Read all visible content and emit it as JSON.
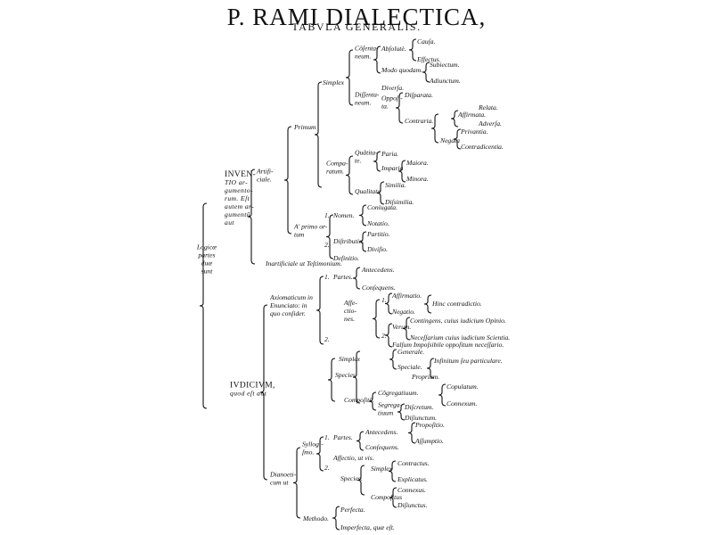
{
  "title": "P. RAMI DIALECTICA,",
  "subtitle": "TABVLA GENERALIS.",
  "nodes": {
    "root": [
      "Logicæ",
      "partes",
      "duæ",
      "sunt"
    ],
    "inventio": [
      "INVEN-",
      "TIO ar-",
      "gumento-",
      "rum. Eſt",
      "autem ar-",
      "gumentũ",
      "aut"
    ],
    "artificiale": [
      "Artifi-",
      "ciale."
    ],
    "primum": "Primum",
    "simplex1": "Simplex",
    "consentaneum": [
      "Cõſenta-",
      "neum."
    ],
    "absolute": "Abſolutè.",
    "causa": "Cauſa.",
    "effectus": "Effectus.",
    "modo_quodam": "Modo quodam.",
    "subiectum": "Subiectum.",
    "adiunctum": "Adiunctum.",
    "dissentaneum": [
      "Diſſenta-",
      "neum."
    ],
    "diversa": "Diverſa.",
    "opposita": [
      "Oppoſi-",
      "ta."
    ],
    "disparata": "Diſparata.",
    "contraria": "Contraria.",
    "affirmata": "Affirmata.",
    "relata": "Relata.",
    "adversa": "Adverſa.",
    "negata": "Negata",
    "privantia": "Privantia.",
    "contradicentia": "Contradicentia.",
    "comparatum": [
      "Compa-",
      "ratum."
    ],
    "quantitate": [
      "Quãtita-",
      "te."
    ],
    "paria": "Paria.",
    "imparia": "Imparia",
    "maiora": "Maiora.",
    "minora": "Minora.",
    "qualitate": "Qualitate",
    "similia": "Similia.",
    "dissimilia": "Diſsimilia.",
    "a_primo": [
      "A' primo or-",
      "tum"
    ],
    "n1": "1.",
    "nomen": "Nomen.",
    "coniugata": "Coniugata.",
    "notatio": "Notatio.",
    "n2": "2.",
    "distributio": "Diſtributio.",
    "partitio": "Partitio.",
    "divisio": "Diviſio.",
    "definitio": "Definitio.",
    "inartificiale": "Inartificiale ut Teſtimonium.",
    "iudicium": [
      "IVDICIVM,",
      "quod eſt aut"
    ],
    "axiomaticum": [
      "Axiomaticum in",
      "Enunciato: in",
      "quo conſider."
    ],
    "ax1": "1.",
    "partes1": "Partes.",
    "antecedens1": "Antecedens.",
    "consequens1": "Conſequens.",
    "ax2": "2.",
    "affectiones": [
      "Affe-",
      "ctio-",
      "nes."
    ],
    "af1": "1.",
    "affirmatio": "Affirmatio.",
    "negatio": "Negatio.",
    "hinc": "Hinc contradictio.",
    "af2": "2.",
    "verum": "Verum.",
    "contingens": "Contingens, cuius iudicium Opinio.",
    "necessarium": "Neceſſarium cuius iudicium Scientia.",
    "falsum": "Falſum Impoſsibile oppoſitum neceſſario.",
    "species1": "Species",
    "simplex2": "Simplex",
    "generale": "Generale.",
    "speciale": "Speciale.",
    "infinitum": "Infinitum ſeu particulare.",
    "proprium": "Proprium.",
    "compositum": "Compoſitũ.",
    "congregativum": "Cõgregatiuum.",
    "copulatum": "Copulatum.",
    "connexum": "Connexum.",
    "segregativum": [
      "Segrega-",
      "tiuum"
    ],
    "discretum": "Diſcretum.",
    "disiunctum": "Diſiunctum.",
    "dianoeticum": [
      "Dianoeti-",
      "cum ut"
    ],
    "syllogismo": [
      "Syllogi-",
      "ſmo."
    ],
    "sy1": "1.",
    "partes2": "Partes.",
    "antecedens2": "Antecedens.",
    "propositio": "Propoſitio.",
    "assumptio": "Aſſumptio.",
    "consequens2": "Conſequens.",
    "affectio": "Affectio, ut vis.",
    "sy2": "2.",
    "species2": "Species.",
    "simplex3": "Simplex",
    "contractus": "Contractus.",
    "explicatus": "Explicatus.",
    "compositus": "Compoſitus",
    "connexus": "Connexus.",
    "disiunctus": "Diſiunctus.",
    "methodo": "Methodo.",
    "perfecta": "Perfecta.",
    "imperfecta": "Imperfecta, quæ eſt."
  }
}
